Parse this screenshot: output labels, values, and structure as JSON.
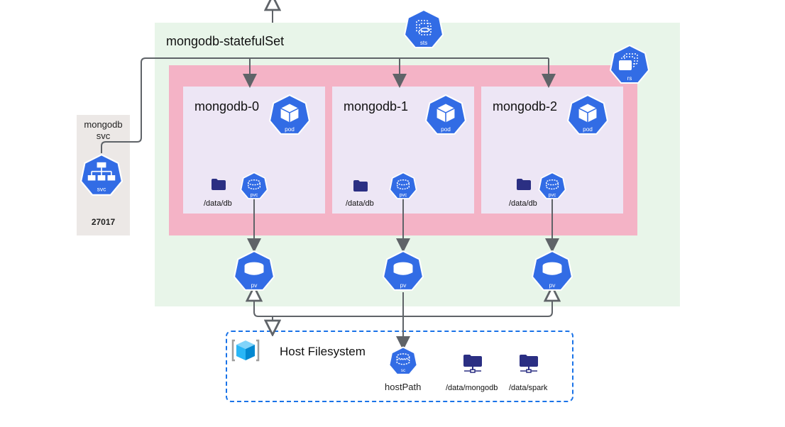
{
  "statefulset": {
    "label": "mongodb-statefulSet",
    "icon_label": "sts"
  },
  "replicaset": {
    "icon_label": "rs"
  },
  "pods": [
    {
      "name": "mongodb-0",
      "icon_label": "pod",
      "pvc_label": "pvc",
      "mount_path": "/data/db",
      "pv_label": "pv"
    },
    {
      "name": "mongodb-1",
      "icon_label": "pod",
      "pvc_label": "pvc",
      "mount_path": "/data/db",
      "pv_label": "pv"
    },
    {
      "name": "mongodb-2",
      "icon_label": "pod",
      "pvc_label": "pvc",
      "mount_path": "/data/db",
      "pv_label": "pv"
    }
  ],
  "service": {
    "name_line1": "mongodb",
    "name_line2": "svc",
    "icon_label": "svc",
    "port": "27017"
  },
  "host": {
    "title": "Host Filesystem",
    "hostpath_label": "hostPath",
    "sc_label": "sc",
    "folders": [
      "/data/mongodb",
      "/data/spark"
    ]
  },
  "colors": {
    "k8s_blue": "#326ce5",
    "statefulset_bg": "#e8f5e9",
    "replicaset_bg": "#f4b3c6",
    "pod_bg": "#ede6f5",
    "service_bg": "#ece8e6",
    "host_border": "#1a73e8",
    "folder": "#2b2f83",
    "connector": "#5f6368"
  }
}
